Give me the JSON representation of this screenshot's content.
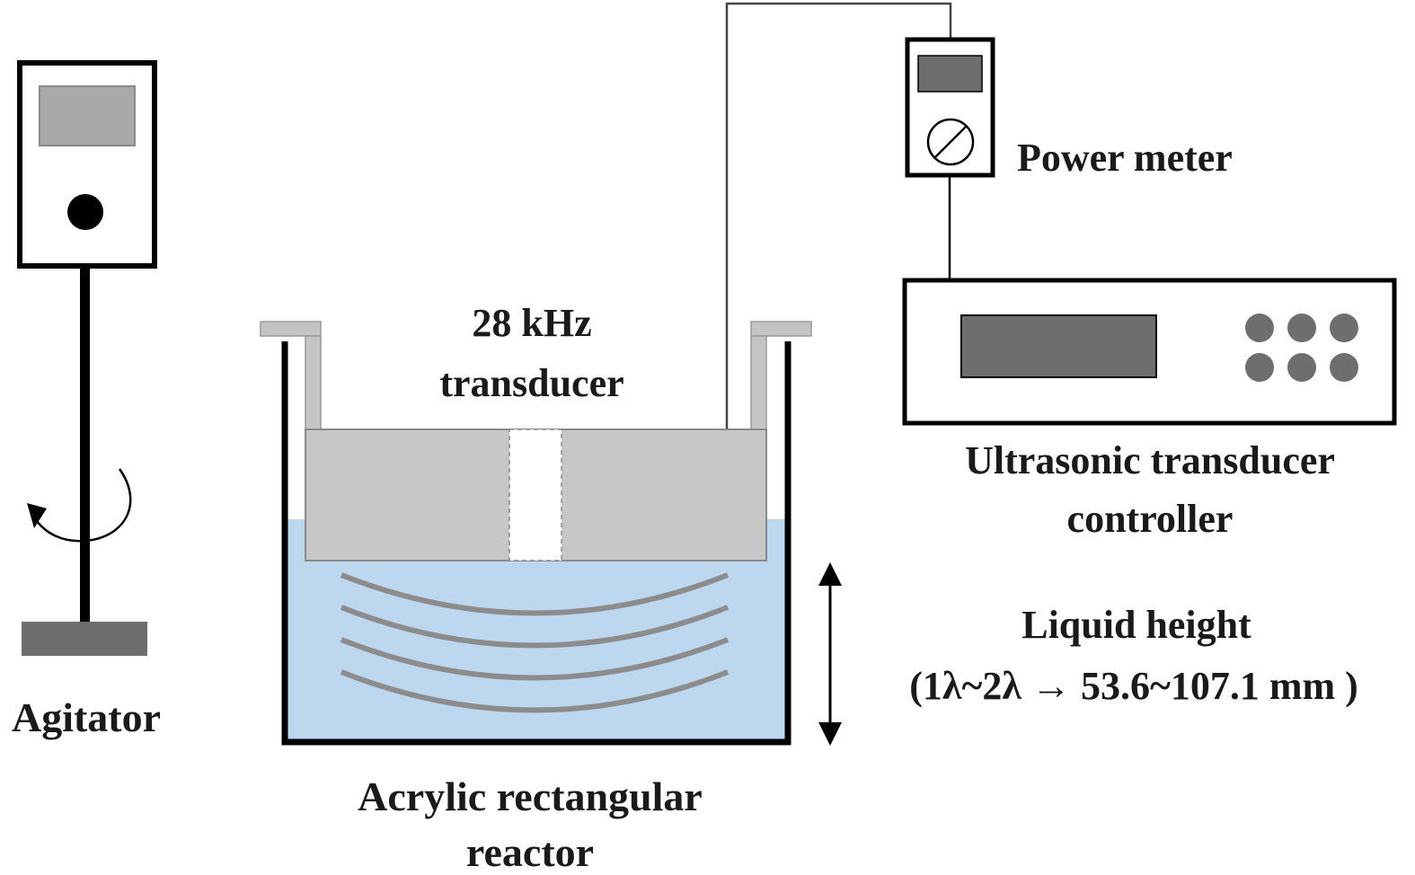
{
  "labels": {
    "agitator": "Agitator",
    "power_meter": "Power meter",
    "transducer_line1": "28 kHz",
    "transducer_line2": "transducer",
    "controller_line1": "Ultrasonic transducer",
    "controller_line2": "controller",
    "liquid_height_line1": "Liquid height",
    "liquid_height_line2": "(1λ~2λ → 53.6~107.1 mm )",
    "reactor_line1": "Acrylic rectangular",
    "reactor_line2": "reactor"
  },
  "colors": {
    "outline": "#000000",
    "light_gray": "#a9a9a9",
    "dark_gray": "#6e6e6e",
    "water": "#bdd7ee",
    "wave": "#8c8c8c",
    "bracket": "#c4c4c4",
    "transducer_fill": "#c7c7c7",
    "wire": "#444444"
  }
}
